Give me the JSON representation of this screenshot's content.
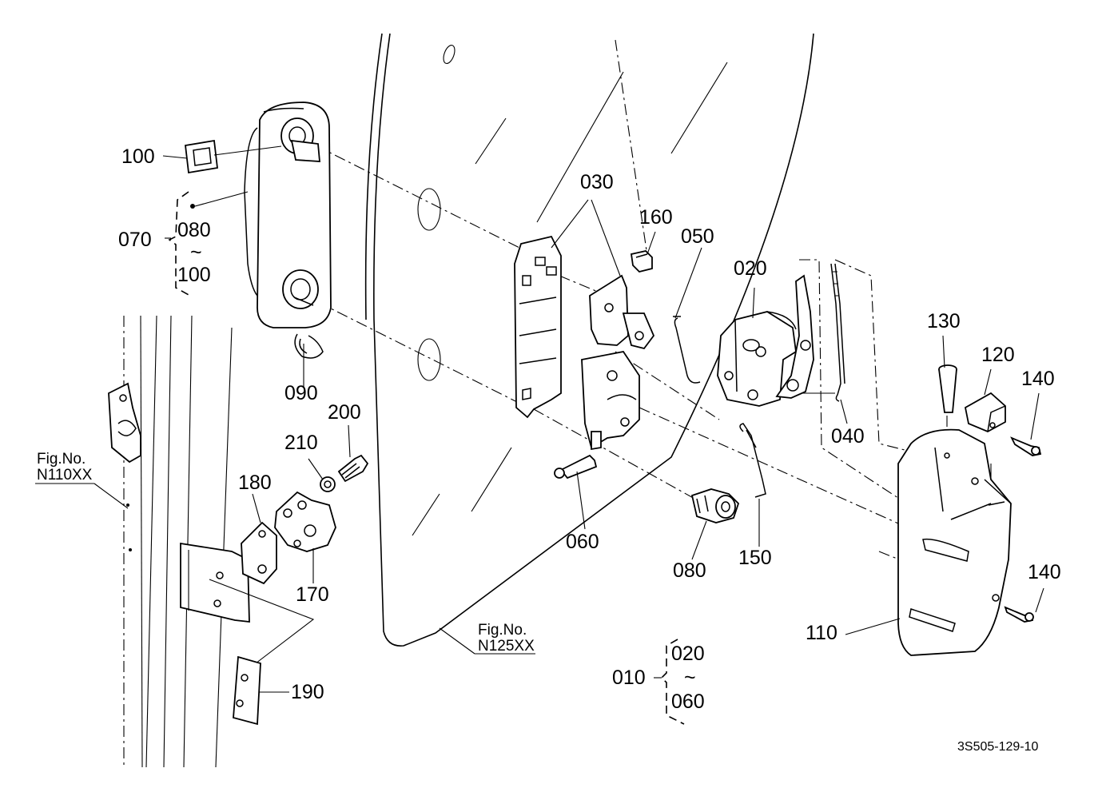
{
  "labels": {
    "p100": "100",
    "p070": "070",
    "p080": "080",
    "tilde1": "~",
    "p100b": "100",
    "p090": "090",
    "p030": "030",
    "p160": "160",
    "p050": "050",
    "p020": "020",
    "p130": "130",
    "p120": "120",
    "p140a": "140",
    "p040": "040",
    "p200": "200",
    "p210": "210",
    "p180": "180",
    "p170": "170",
    "p060": "060",
    "p080b": "080",
    "p150": "150",
    "p140b": "140",
    "p110": "110",
    "p190": "190",
    "p010": "010",
    "p020b": "020",
    "tilde2": "~",
    "p060b": "060"
  },
  "refs": {
    "fig1_title": "Fig.No.",
    "fig1_code": "N110XX",
    "fig2_title": "Fig.No.",
    "fig2_code": "N125XX"
  },
  "drawing_code": "3S505-129-10"
}
